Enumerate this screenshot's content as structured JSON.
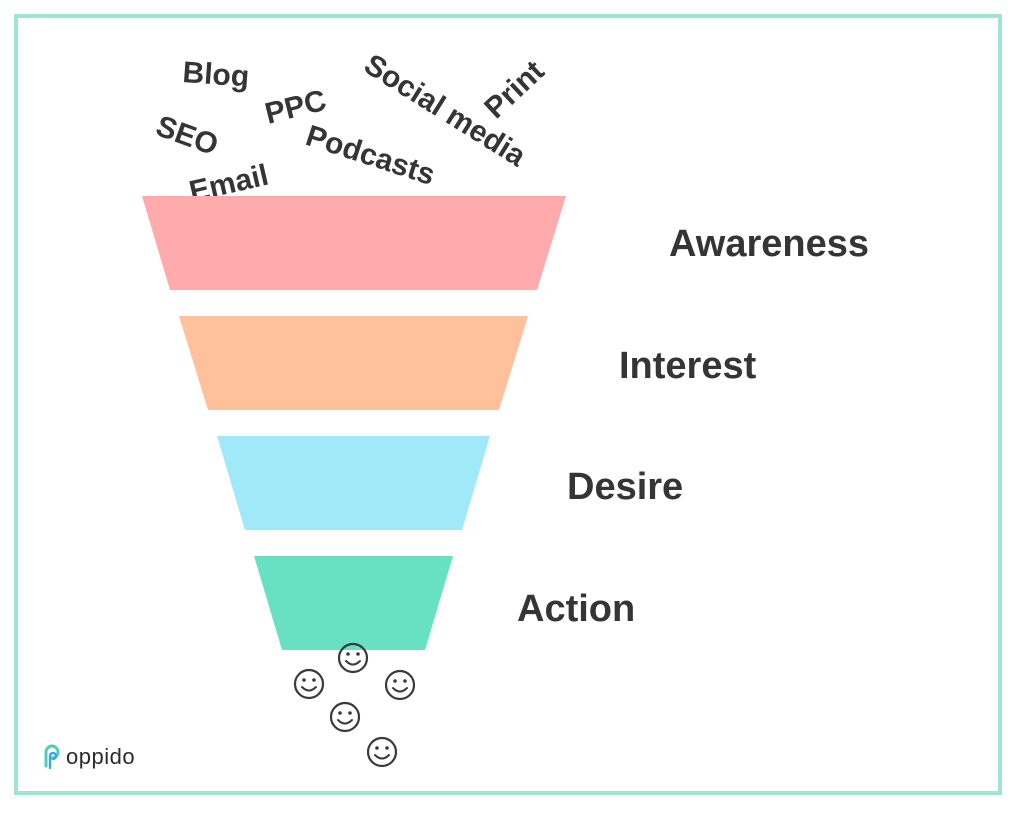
{
  "channels": [
    "Blog",
    "PPC",
    "Social media",
    "Print",
    "SEO",
    "Email",
    "Podcasts"
  ],
  "stages": [
    {
      "label": "Awareness",
      "color": "#ffabad"
    },
    {
      "label": "Interest",
      "color": "#ffc19b"
    },
    {
      "label": "Desire",
      "color": "#a0e9f8"
    },
    {
      "label": "Action",
      "color": "#67e1c2"
    }
  ],
  "frame_color": "#9fe5d2",
  "text_color": "#353535",
  "smiley_count": 5,
  "logo": {
    "text": "oppido",
    "icon": "oppido-logo-icon",
    "icon_colors": [
      "#4fcfb6",
      "#3aa6e8"
    ]
  }
}
